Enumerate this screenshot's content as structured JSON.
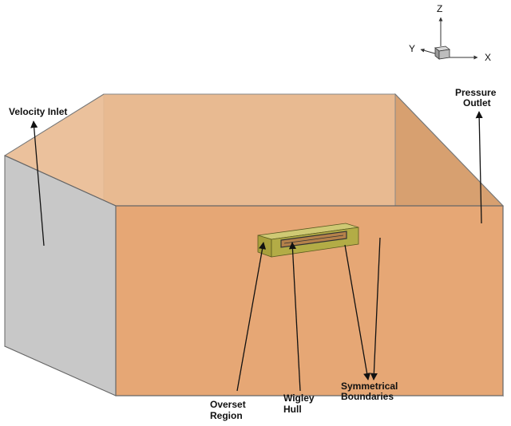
{
  "labels": {
    "velocity_inlet": "Velocity Inlet",
    "pressure_outlet": [
      "Pressure",
      "Outlet"
    ],
    "overset_region": [
      "Overset",
      "Region"
    ],
    "wigley_hull": [
      "Wigley",
      "Hull"
    ],
    "symmetrical_boundaries": [
      "Symmetrical",
      "Boundaries"
    ]
  },
  "axes": {
    "z": "Z",
    "y": "Y",
    "x": "X"
  },
  "colors": {
    "domain_faces": "#e2a673",
    "inlet_face": "#c8c8c8",
    "overset_region": "#b9b24a",
    "wigley_hull": "#c58a4e",
    "edges": "#666666"
  }
}
